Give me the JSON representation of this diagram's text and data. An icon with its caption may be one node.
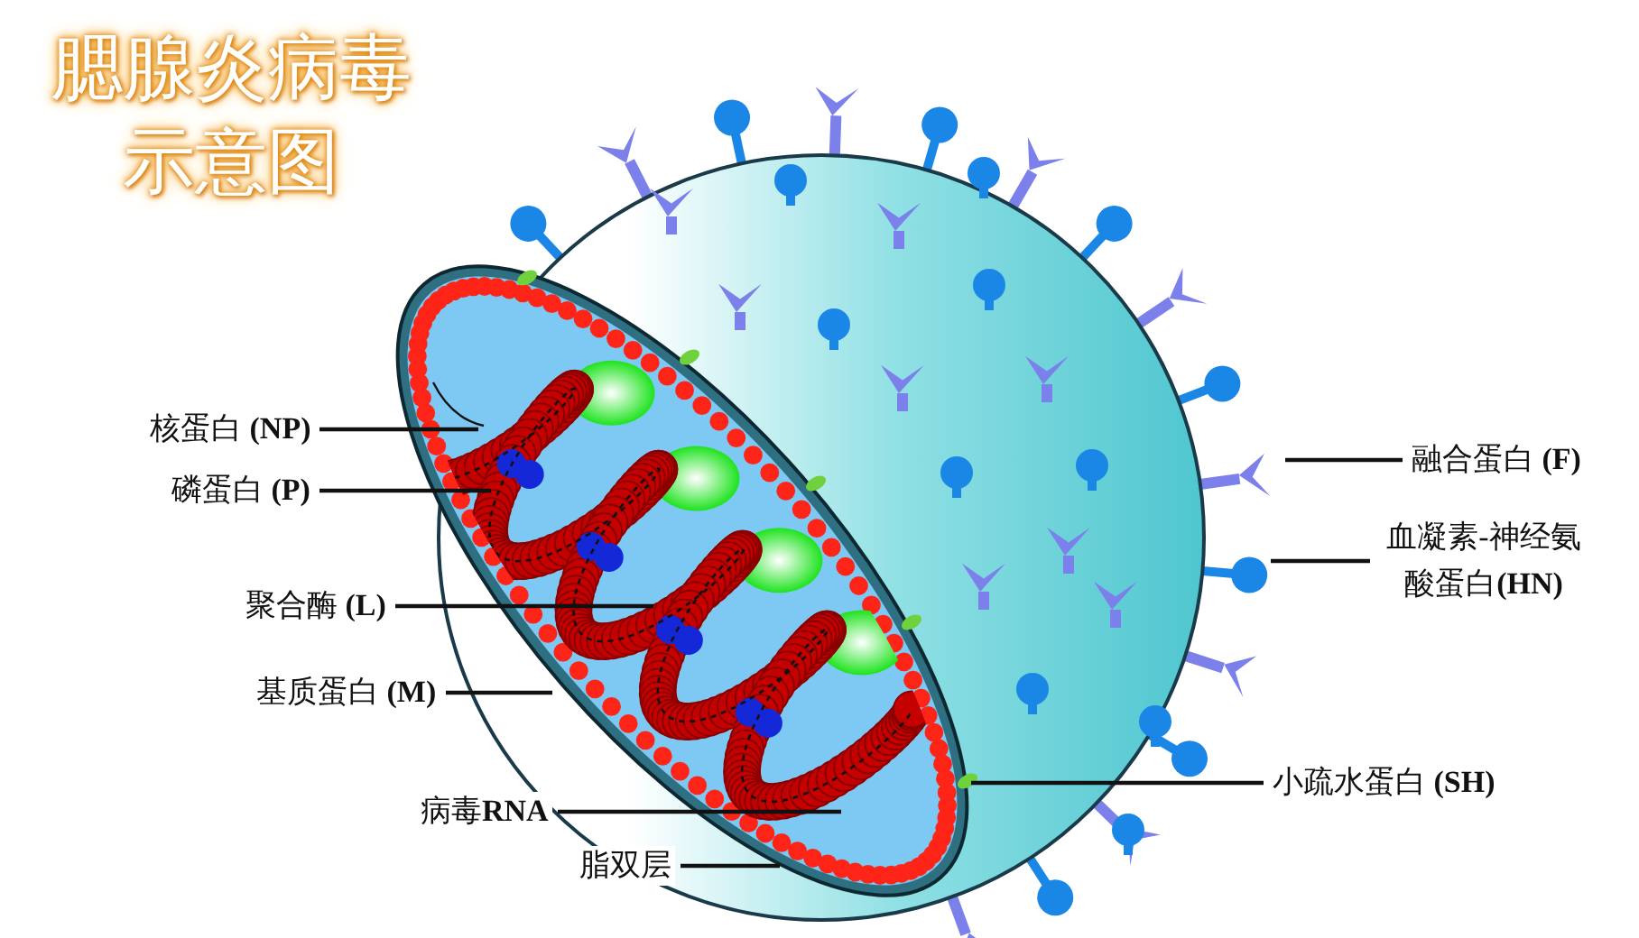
{
  "diagram": {
    "title": "腮腺炎病毒示意图",
    "nodes": [
      {
        "text": [
          "核蛋白 **(NP)**"
        ]
      },
      {
        "text": [
          "磷蛋白 **(P)**"
        ]
      },
      {
        "text": [
          "聚合酶 **(L)**"
        ]
      },
      {
        "text": [
          "基质蛋白 **(M)**"
        ]
      },
      {
        "text": [
          "病毒**RNA**"
        ]
      },
      {
        "text": [
          "脂双层"
        ]
      },
      {
        "text": [
          "融合蛋白 **(F)**"
        ]
      },
      {
        "text": [
          "血凝素-神经氨酸蛋白**(HN)**"
        ]
      },
      {
        "text": [
          "小疏水蛋白 **(SH)**"
        ]
      }
    ],
    "edges": [
      {
        "from": 0,
        "to": null,
        "arrow": "none"
      },
      {
        "from": 1,
        "to": null,
        "arrow": "none"
      },
      {
        "from": 2,
        "to": null,
        "arrow": "none"
      },
      {
        "from": 3,
        "to": null,
        "arrow": "none"
      },
      {
        "from": 4,
        "to": null,
        "arrow": "none"
      },
      {
        "from": 5,
        "to": null,
        "arrow": "none"
      },
      {
        "from": 6,
        "to": null,
        "arrow": "none"
      },
      {
        "from": 7,
        "to": null,
        "arrow": "none"
      },
      {
        "from": 8,
        "to": null,
        "arrow": "none"
      }
    ]
  }
}
